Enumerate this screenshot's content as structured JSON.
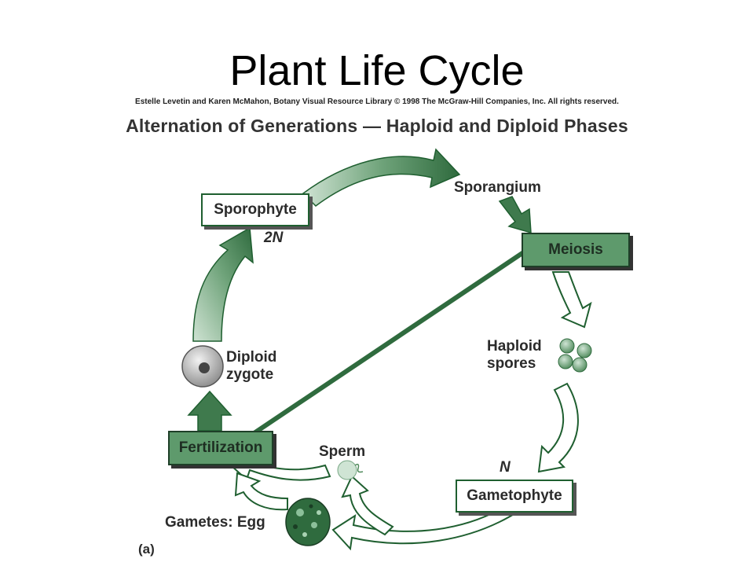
{
  "title": "Plant Life Cycle",
  "credit": "Estelle Levetin and Karen McMahon, Botany Visual Resource Library © 1998 The McGraw-Hill Companies, Inc. All rights reserved.",
  "subtitle": "Alternation of Generations — Haploid and Diploid Phases",
  "nodes": {
    "sporophyte": "Sporophyte",
    "sporangium": "Sporangium",
    "meiosis": "Meiosis",
    "haploid_spores": [
      "Haploid",
      "spores"
    ],
    "gametophyte": "Gametophyte",
    "sperm": "Sperm",
    "gametes_egg": "Gametes: Egg",
    "fertilization": "Fertilization",
    "diploid_zygote": [
      "Diploid",
      "zygote"
    ]
  },
  "ploidy": {
    "diploid": "2N",
    "haploid": "N"
  },
  "panel_label": "(a)",
  "colors": {
    "diploid_green": "#4f8a5b",
    "dark_green": "#1f5f30",
    "box_green": "#5e9a6c"
  }
}
